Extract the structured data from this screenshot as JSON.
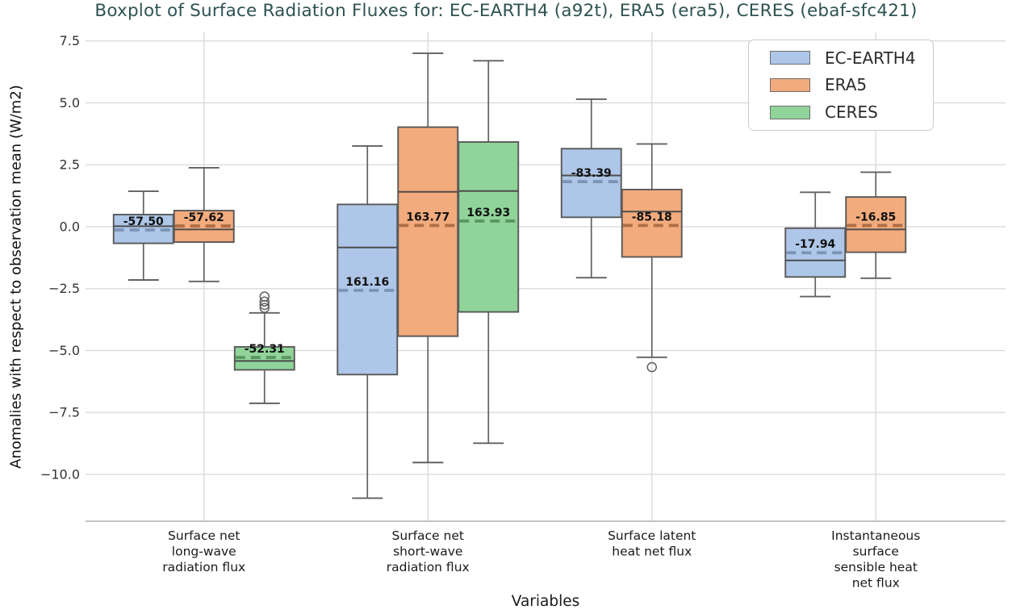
{
  "chart_data": {
    "type": "boxplot",
    "title": "Boxplot of Surface Radiation Fluxes for: EC-EARTH4 (a92t), ERA5 (era5), CERES (ebaf-sfc421)",
    "ylabel": "Anomalies with respect to observation mean (W/m2)",
    "xlabel": "Variables",
    "ylim": [
      -11.89,
      7.85
    ],
    "grid": true,
    "legend_position": "upper right",
    "yticks": {
      "values": [
        7.5,
        5.0,
        2.5,
        0.0,
        -2.5,
        -5.0,
        -7.5,
        -10.0
      ],
      "labels": [
        "7.5",
        "5.0",
        "2.5",
        "0.0",
        "−2.5",
        "−5.0",
        "−7.5",
        "−10.0"
      ]
    },
    "series": [
      {
        "name": "EC-EARTH4",
        "fill": "#AEC7E8",
        "mean_line": "#7B94B5"
      },
      {
        "name": "ERA5",
        "fill": "#F2AB7D",
        "mean_line": "#AE6E48"
      },
      {
        "name": "CERES",
        "fill": "#90D49A",
        "mean_line": "#5B9660"
      }
    ],
    "categories": [
      {
        "label_lines": [
          "Surface net",
          "long-wave",
          "radiation flux"
        ],
        "boxes": [
          {
            "series": "EC-EARTH4",
            "whislo": -2.15,
            "q1": -0.67,
            "med": 0.02,
            "q3": 0.49,
            "whishi": 1.43,
            "mean": -0.13,
            "obs_mean_label": "-57.50",
            "outliers": []
          },
          {
            "series": "ERA5",
            "whislo": -2.21,
            "q1": -0.62,
            "med": -0.11,
            "q3": 0.65,
            "whishi": 2.38,
            "mean": 0.03,
            "obs_mean_label": "-57.62",
            "outliers": []
          },
          {
            "series": "CERES",
            "whislo": -7.13,
            "q1": -5.78,
            "med": -5.42,
            "q3": -4.85,
            "whishi": -3.48,
            "mean": -5.28,
            "obs_mean_label": "-52.31",
            "outliers": [
              -2.82,
              -3.02,
              -3.16,
              -3.28
            ]
          }
        ]
      },
      {
        "label_lines": [
          "Surface net",
          "short-wave",
          "radiation flux"
        ],
        "boxes": [
          {
            "series": "EC-EARTH4",
            "whislo": -10.96,
            "q1": -5.97,
            "med": -0.84,
            "q3": 0.9,
            "whishi": 3.26,
            "mean": -2.57,
            "obs_mean_label": "161.16",
            "outliers": []
          },
          {
            "series": "ERA5",
            "whislo": -9.52,
            "q1": -4.42,
            "med": 1.41,
            "q3": 4.02,
            "whishi": 7.0,
            "mean": 0.05,
            "obs_mean_label": "163.77",
            "outliers": []
          },
          {
            "series": "CERES",
            "whislo": -8.74,
            "q1": -3.44,
            "med": 1.44,
            "q3": 3.42,
            "whishi": 6.7,
            "mean": 0.23,
            "obs_mean_label": "163.93",
            "outliers": []
          }
        ]
      },
      {
        "label_lines": [
          "Surface latent",
          "heat net flux"
        ],
        "boxes": [
          {
            "series": "EC-EARTH4",
            "whislo": -2.06,
            "q1": 0.38,
            "med": 2.07,
            "q3": 3.15,
            "whishi": 5.15,
            "mean": 1.82,
            "obs_mean_label": "-83.39",
            "outliers": []
          },
          {
            "series": "ERA5",
            "whislo": -5.27,
            "q1": -1.22,
            "med": 0.61,
            "q3": 1.5,
            "whishi": 3.34,
            "mean": 0.05,
            "obs_mean_label": "-85.18",
            "outliers": [
              -5.67
            ]
          }
        ]
      },
      {
        "label_lines": [
          "Instantaneous",
          "surface",
          "sensible heat",
          "net flux"
        ],
        "boxes": [
          {
            "series": "EC-EARTH4",
            "whislo": -2.82,
            "q1": -2.03,
            "med": -1.36,
            "q3": -0.06,
            "whishi": 1.39,
            "mean": -1.05,
            "obs_mean_label": "-17.94",
            "outliers": []
          },
          {
            "series": "ERA5",
            "whislo": -2.08,
            "q1": -1.03,
            "med": -0.11,
            "q3": 1.2,
            "whishi": 2.2,
            "mean": 0.05,
            "obs_mean_label": "-16.85",
            "outliers": []
          }
        ]
      }
    ],
    "colors": {
      "title": "#2F5252",
      "grid": "#D8D8D8",
      "spine": "#B0B0B0",
      "box_edge": "#595959",
      "whisker": "#616161",
      "median": "#4D4D4D",
      "tick_label": "#333333",
      "category_label": "#1A1A1A",
      "value_label": "#111111"
    }
  }
}
